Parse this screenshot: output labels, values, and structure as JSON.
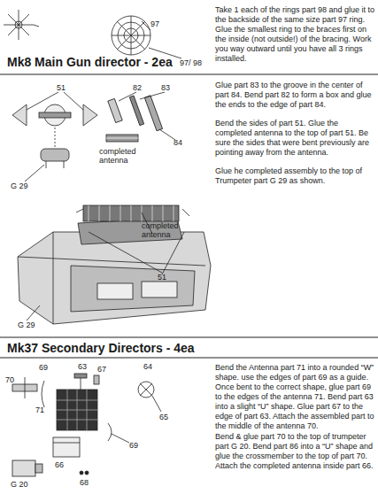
{
  "diagram": {
    "labels": [
      "97",
      "Take 1 each of the rings part 98 and glue it to the backside of the same size part 97 ring. Glue the smallest ring to the braces first on the inside (not outside!) of the bracing. Work you way outward until you have all 3 rings installed.",
      "97/ 98",
      "Mk8 Main Gun director - 2ea",
      "51",
      "82",
      "83",
      "Glue part 83 to the groove in the center of part 84. Bend part 82 to form a box and glue the ends to the edge of part 84.",
      "84",
      "completed antenna",
      "Bend the sides of part 51. Glue the completed antenna to the top of part 51. Be sure the sides that were bent previously are pointing away from the antenna.",
      "G 29",
      "Glue he completed assembly to the top of Trumpeter part G 29 as shown.",
      "completed antenna",
      "51",
      "G 29",
      "Mk37 Secondary Directors - 4ea",
      "69",
      "63",
      "67",
      "64",
      "70",
      "Bend the Antenna part 71 into a rounded “W” shape. use the edges of part 69 as a guide. Once bent to the correct shape, glue part 69 to the edges of the antenna 71. Bend part 63 into a slight “U” shape. Glue part 67 to the edge of part 63. Attach the assembled part to the middle of the antenna 70.",
      "71",
      "65",
      "69",
      "66",
      "68",
      "G 20",
      "Bend & glue part 70 to the top of trumpeter part G 20. Bend part 86 into a “U” shape and glue the crossmember to the top of part 70. Attach the completed antenna inside part 66."
    ]
  }
}
